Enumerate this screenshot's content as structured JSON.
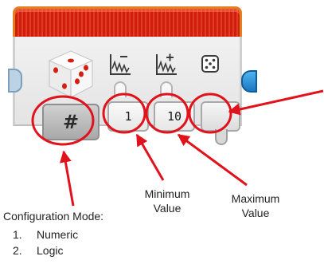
{
  "block": {
    "mode_symbol": "#",
    "minimum_value": "1",
    "maximum_value": "10",
    "icons": {
      "main": "random-dice-icon",
      "minimum": "minimum-value-icon",
      "maximum": "maximum-value-icon",
      "output": "dice-output-icon"
    },
    "colors": {
      "header_red": "#d11d0c",
      "header_border_orange": "#e2801f",
      "output_plug_blue": "#1a77c2",
      "annotation_red": "#e0121b"
    }
  },
  "annotations": {
    "minimum_label_line1": "Minimum",
    "minimum_label_line2": "Value",
    "maximum_label_line1": "Maximum",
    "maximum_label_line2": "Value",
    "configuration_mode_label": "Configuration Mode:",
    "modes": [
      {
        "number": "1.",
        "name": "Numeric"
      },
      {
        "number": "2.",
        "name": "Logic"
      }
    ]
  }
}
